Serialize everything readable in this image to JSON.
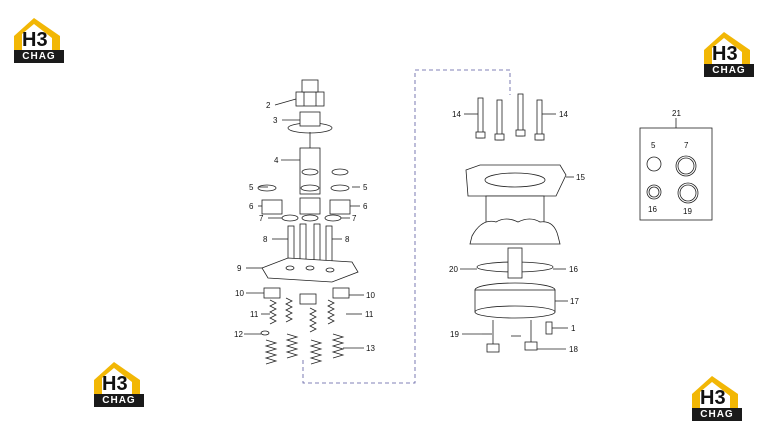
{
  "logos": [
    {
      "mark": "H3",
      "word": "CHAG"
    },
    {
      "mark": "H3",
      "word": "CHAG"
    },
    {
      "mark": "H3",
      "word": "CHAG"
    },
    {
      "mark": "H3",
      "word": "CHAG"
    }
  ],
  "labels": {
    "p1": "1",
    "p2": "2",
    "p3": "3",
    "p4": "4",
    "p5a": "5",
    "p5b": "5",
    "p5c": "5",
    "p6a": "6",
    "p6b": "6",
    "p7a": "7",
    "p7b": "7",
    "p7c": "7",
    "p8a": "8",
    "p8b": "8",
    "p9": "9",
    "p10a": "10",
    "p10b": "10",
    "p11a": "11",
    "p11b": "11",
    "p12": "12",
    "p13": "13",
    "p14a": "14",
    "p14b": "14",
    "p15": "15",
    "p16a": "16",
    "p16b": "16",
    "p17": "17",
    "p18": "18",
    "p19a": "19",
    "p19b": "19",
    "p20": "20",
    "p21": "21"
  },
  "colors": {
    "accent": "#f2b705",
    "line": "#222222",
    "dash": "#5a5aa0"
  }
}
